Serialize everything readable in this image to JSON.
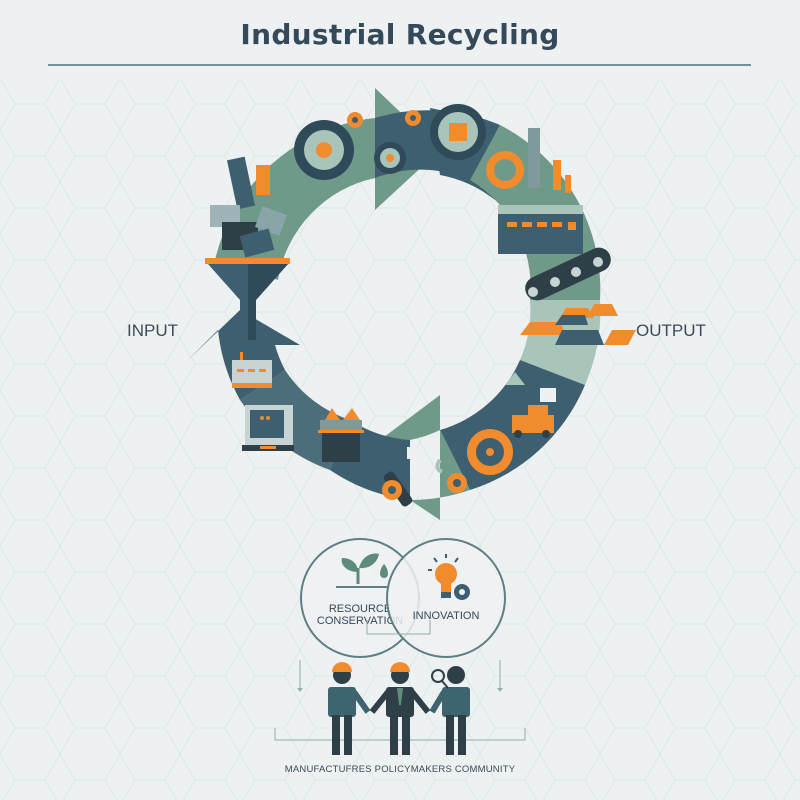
{
  "title": "Industrial Recycling",
  "colors": {
    "background": "#eef1f2",
    "dark_slate": "#3e5f70",
    "sage": "#6f9a8a",
    "light_sage": "#a9c4b9",
    "orange": "#f08c2e",
    "text": "#34495a",
    "rule": "#6f929b"
  },
  "cycle": {
    "left_label": "INPUT",
    "right_label": "OUTPUT",
    "segments": [
      {
        "name": "collection",
        "icons": [
          "scrap-pile-icon",
          "funnel-icon"
        ]
      },
      {
        "name": "processing",
        "icons": [
          "gear-icon",
          "gear-icon",
          "chip-gear-icon"
        ]
      },
      {
        "name": "manufacturing",
        "icons": [
          "factory-icon",
          "conveyor-belt-icon"
        ]
      },
      {
        "name": "output-materials",
        "icons": [
          "ingot-stack-icon"
        ]
      },
      {
        "name": "distribution",
        "icons": [
          "forklift-icon",
          "gauge-gear-icon"
        ]
      },
      {
        "name": "sorting",
        "icons": [
          "tools-icon",
          "gear-icon"
        ]
      },
      {
        "name": "shredding",
        "icons": [
          "shredder-machine-icon"
        ]
      },
      {
        "name": "monitoring",
        "icons": [
          "control-panel-icon",
          "small-factory-icon"
        ]
      }
    ]
  },
  "benefits": [
    {
      "label": "RESOURCE CONSERVATION",
      "line1": "RESOURCE",
      "line2": "CONSERVATION",
      "icon": "sprout-water-drop-icon"
    },
    {
      "label": "INNOVATION",
      "icon": "lightbulb-gear-icon"
    }
  ],
  "stakeholders": {
    "caption": "MANUFACTUFRES POLICYMAKERS  COMMUNITY",
    "people": [
      "worker-hardhat",
      "policymaker-hardhat-suit",
      "community-magnifier"
    ]
  }
}
